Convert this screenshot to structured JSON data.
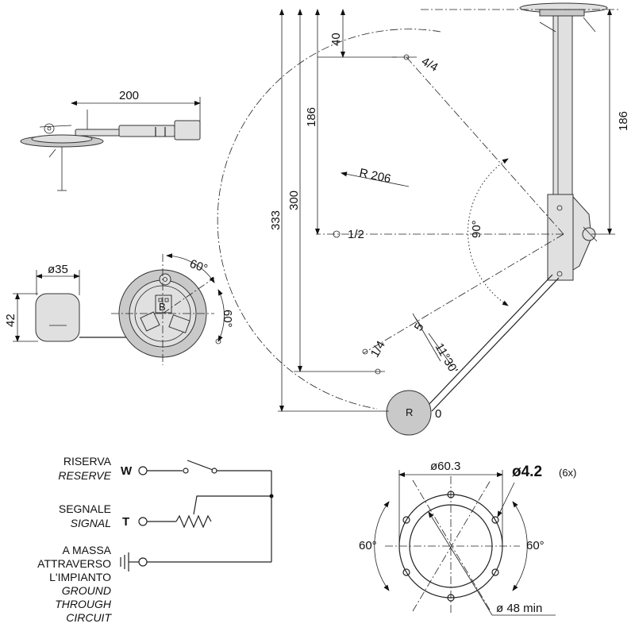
{
  "dims": {
    "length_200": "200",
    "dia_35": "ø35",
    "h_42": "42",
    "angle_60_top": "60°",
    "angle_60_side": "60°",
    "d_40": "40",
    "d_186_left": "186",
    "d_186_right": "186",
    "d_300": "300",
    "d_333": "333",
    "radius": "R 206",
    "angle_90": "90°",
    "d_5": "5",
    "angle_11_30": "11°30'"
  },
  "positions": {
    "full": "4/4",
    "half": "1/2",
    "quarter": "1/4",
    "empty": "0",
    "marker": "R"
  },
  "wiring": {
    "reserve_it": "RISERVA",
    "reserve_en": "RESERVE",
    "reserve_term": "W",
    "signal_it": "SEGNALE",
    "signal_en": "SIGNAL",
    "signal_term": "T",
    "ground_it_1": "A MASSA",
    "ground_it_2": "ATTRAVERSO",
    "ground_it_3": "L'IMPIANTO",
    "ground_en_1": "GROUND",
    "ground_en_2": "THROUGH",
    "ground_en_3": "CIRCUIT"
  },
  "flange": {
    "pcd": "ø60.3",
    "hole": "ø4.2",
    "hole_count": "(6x)",
    "angle_left": "60°",
    "angle_right": "60°",
    "bore": "ø 48 min"
  }
}
